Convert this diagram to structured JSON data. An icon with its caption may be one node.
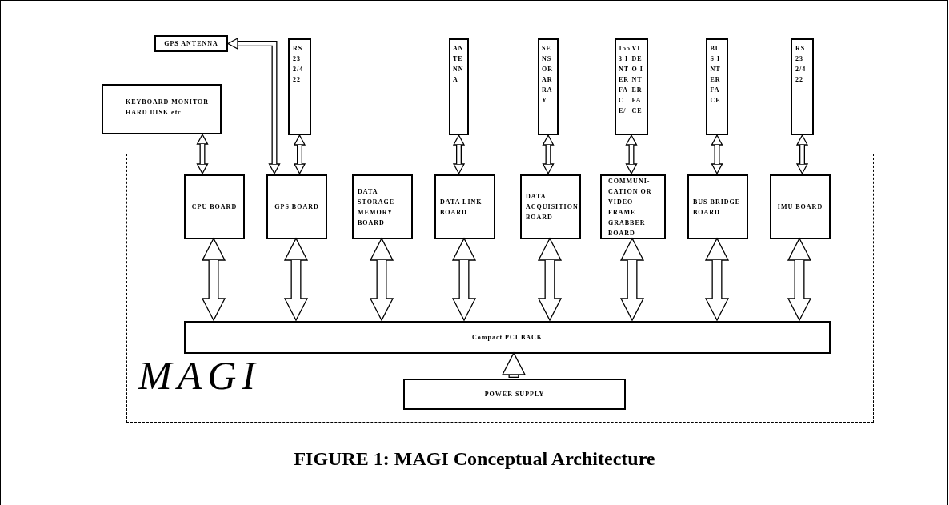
{
  "diagram": {
    "title": "FIGURE 1:  MAGI Conceptual Architecture",
    "nodes": [
      {
        "text": [
          "MAGI"
        ]
      },
      {
        "text": [
          "GPS  ANTENNA"
        ]
      },
      {
        "text": [
          "KEYBOARD MONITOR HARD DISK etc"
        ]
      },
      {
        "text": [
          "RS 232/422"
        ]
      },
      {
        "text": [
          "ANTENNA"
        ]
      },
      {
        "text": [
          "SENSOR ARRAY"
        ]
      },
      {
        "text": [
          "1553 INTERFACE/",
          "VIDEO INTERFACE"
        ]
      },
      {
        "text": [
          "BUS INTERFACE"
        ]
      },
      {
        "text": [
          "RS 232/422"
        ]
      },
      {
        "text": [
          "CPU BOARD"
        ],
        "in": 0
      },
      {
        "text": [
          "GPS BOARD"
        ],
        "in": 0
      },
      {
        "text": [
          "DATA STORAGE MEMORY BOARD"
        ],
        "in": 0
      },
      {
        "text": [
          "DATA LINK BOARD"
        ],
        "in": 0
      },
      {
        "text": [
          "DATA ACQUISITION BOARD"
        ],
        "in": 0
      },
      {
        "text": [
          "COMMUNI-CATION OR VIDEO FRAME GRABBER BOARD"
        ],
        "in": 0
      },
      {
        "text": [
          "BUS BRIDGE BOARD"
        ],
        "in": 0
      },
      {
        "text": [
          "IMU BOARD"
        ],
        "in": 0
      },
      {
        "text": [
          "Compact PCI BACK"
        ],
        "in": 0
      },
      {
        "text": [
          "POWER SUPPLY"
        ],
        "in": 0
      }
    ],
    "edges": [
      {
        "from": 2,
        "to": 9,
        "arrow": "both"
      },
      {
        "from": 10,
        "to": 1,
        "arrow": "both"
      },
      {
        "from": 3,
        "to": 10,
        "arrow": "both"
      },
      {
        "from": 4,
        "to": 12,
        "arrow": "both"
      },
      {
        "from": 5,
        "to": 13,
        "arrow": "both"
      },
      {
        "from": 6,
        "to": 14,
        "arrow": "both"
      },
      {
        "from": 7,
        "to": 15,
        "arrow": "both"
      },
      {
        "from": 8,
        "to": 16,
        "arrow": "both"
      },
      {
        "from": 9,
        "to": 17,
        "arrow": "both"
      },
      {
        "from": 10,
        "to": 17,
        "arrow": "both"
      },
      {
        "from": 11,
        "to": 17,
        "arrow": "both"
      },
      {
        "from": 12,
        "to": 17,
        "arrow": "both"
      },
      {
        "from": 13,
        "to": 17,
        "arrow": "both"
      },
      {
        "from": 14,
        "to": 17,
        "arrow": "both"
      },
      {
        "from": 15,
        "to": 17,
        "arrow": "both"
      },
      {
        "from": 16,
        "to": 17,
        "arrow": "both"
      },
      {
        "from": 18,
        "to": 17,
        "arrow": "to"
      }
    ]
  }
}
